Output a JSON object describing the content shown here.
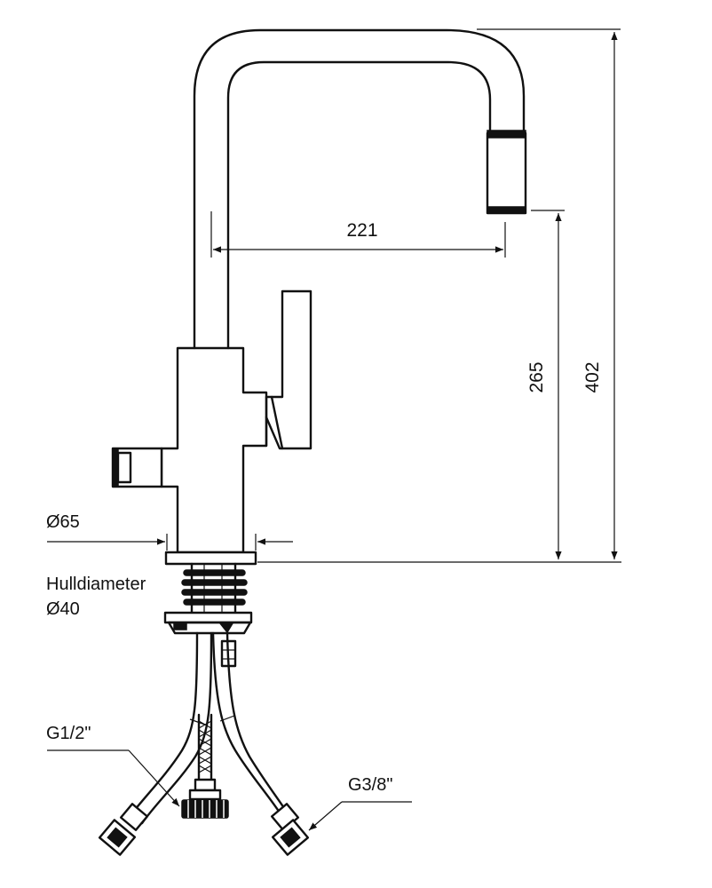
{
  "dimensions": {
    "spout_reach": "221",
    "spout_height": "265",
    "total_height": "402"
  },
  "labels": {
    "base_diameter": "Ø65",
    "hole_title": "Hulldiameter",
    "hole_diameter": "Ø40",
    "hot_cold_connection": "G1/2\"",
    "third_connection": "G3/8\""
  }
}
